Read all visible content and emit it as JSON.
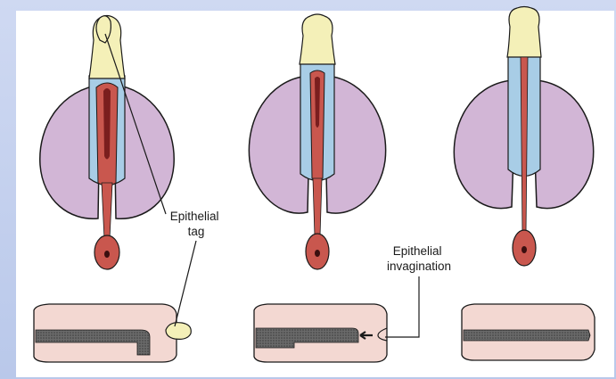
{
  "labels": {
    "epithelial_tag": [
      "Epithelial",
      "tag"
    ],
    "epithelial_invagination": [
      "Epithelial",
      "invagination"
    ]
  },
  "colors": {
    "slide_background": "#c3cfee",
    "glans_cap": "#f4f0b8",
    "urethral_epithelium": "#a8cde6",
    "genital_swelling": "#d2b6d6",
    "urethra": "#c9574e",
    "urethral_lumen": "#7a1e1e",
    "cross_section": "#f3d8d2",
    "cross_section_lumen": "#5b5b5b",
    "outline": "#1a1a1a"
  },
  "stages": [
    {
      "stage": 1,
      "features": [
        "epithelial-tag",
        "open-urethral-groove"
      ]
    },
    {
      "stage": 2,
      "features": [
        "epithelial-invagination",
        "closing-urethral-groove"
      ]
    },
    {
      "stage": 3,
      "features": [
        "closed-urethra"
      ]
    }
  ]
}
